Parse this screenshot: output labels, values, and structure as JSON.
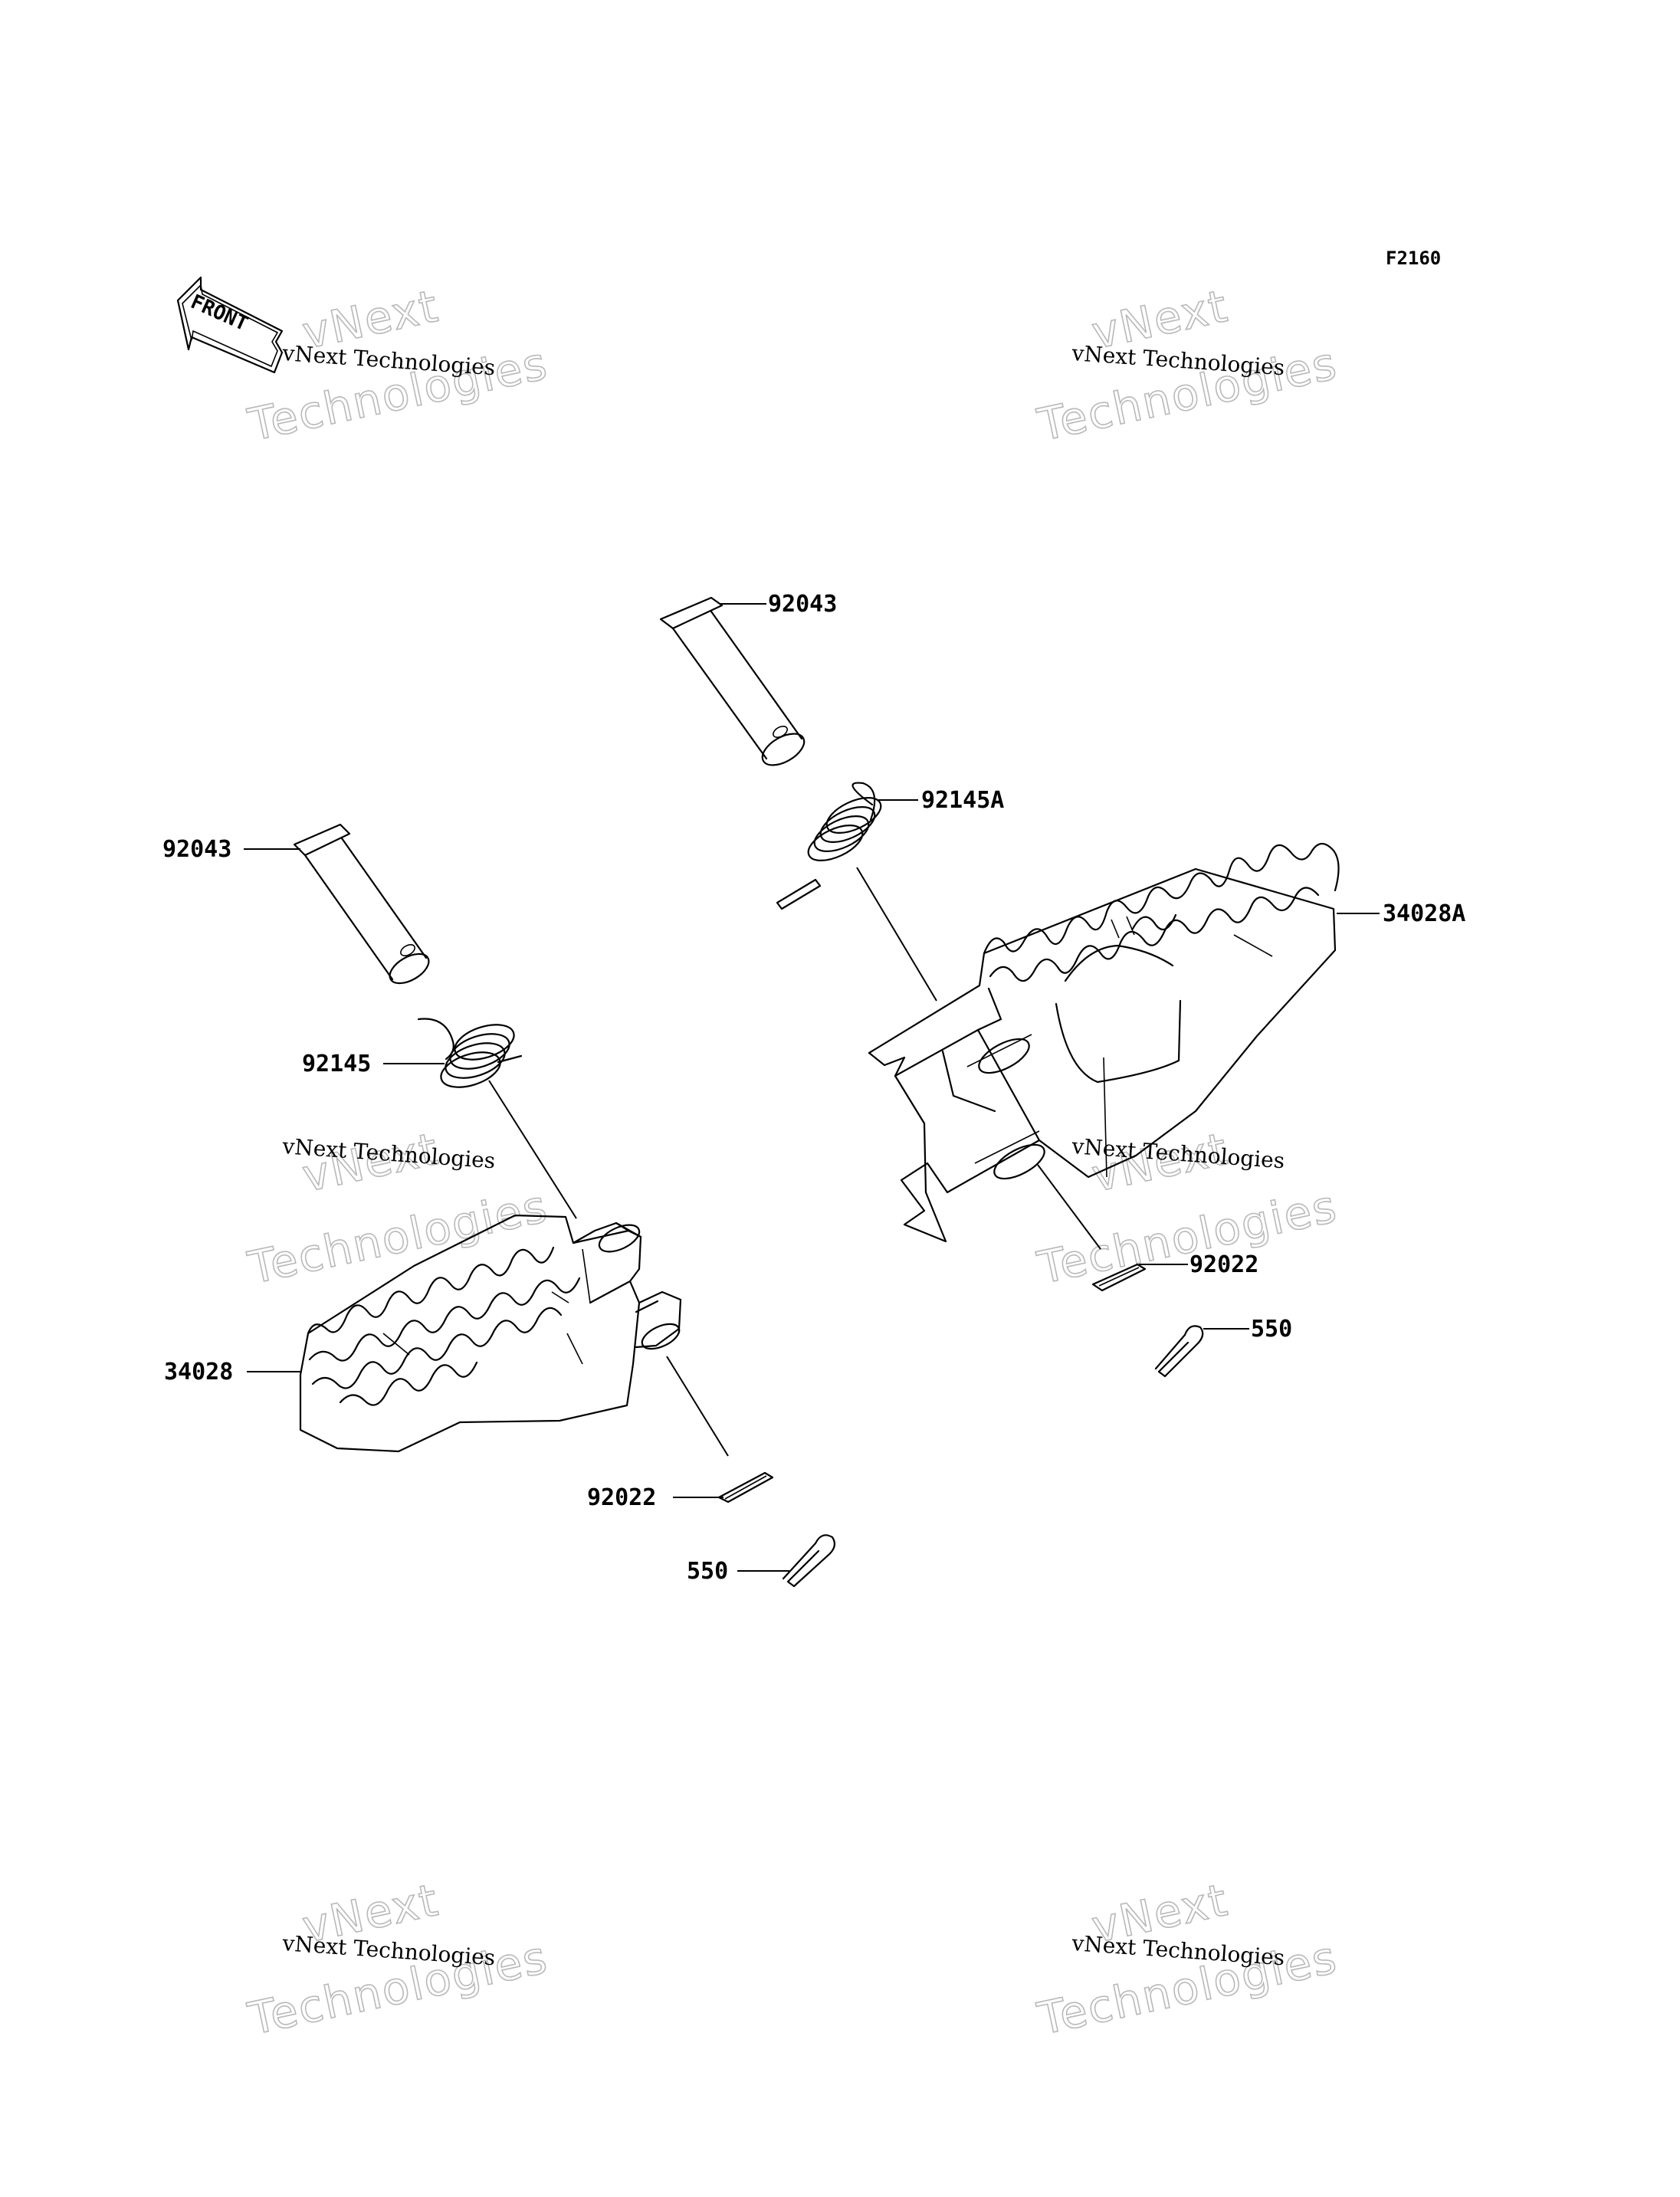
{
  "figure_code": "F2160",
  "front_arrow": {
    "label": "FRONT",
    "icon": "front-arrow-icon"
  },
  "watermark": {
    "line1": "vNext Technologies",
    "line2": "vNext",
    "line3": "Technologies"
  },
  "labels": {
    "pin_upper": "92043",
    "pin_left": "92043",
    "spring_right": "92145A",
    "spring_left": "92145",
    "footpeg_right": "34028A",
    "footpeg_left": "34028",
    "washer_right": "92022",
    "washer_left": "92022",
    "cotter_right": "550",
    "cotter_left": "550"
  }
}
